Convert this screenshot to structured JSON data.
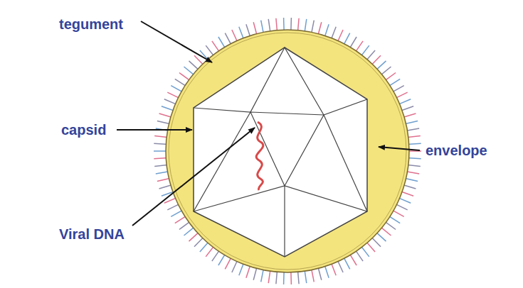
{
  "diagram": {
    "labels": [
      "tegument",
      "capsid",
      "Viral DNA",
      "envelope"
    ]
  }
}
